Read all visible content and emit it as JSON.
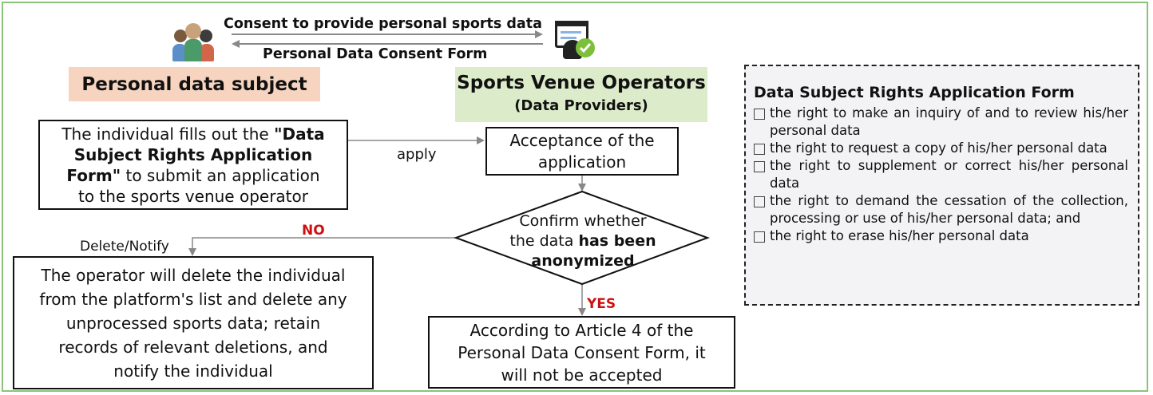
{
  "consent": {
    "top_label": "Consent to provide personal sports data",
    "bottom_label": "Personal Data Consent Form"
  },
  "subject": {
    "title": "Personal data subject"
  },
  "operator": {
    "title": "Sports Venue Operators",
    "subtitle": "(Data Providers)"
  },
  "flow": {
    "fill_form": {
      "line1_pre": "The individual fills out the ",
      "line1_bold": "\"Data",
      "line2_bold": "Subject Rights Application",
      "line3_bold": "Form\"",
      "line3_post": " to submit an application",
      "line4": "to the sports venue operator"
    },
    "apply_label": "apply",
    "acceptance": {
      "line1": "Acceptance of the",
      "line2": "application"
    },
    "decision": {
      "line1": "Confirm whether",
      "line2_pre": "the data ",
      "line2_bold": "has been",
      "line3_bold": "anonymized"
    },
    "no_label": "NO",
    "yes_label": "YES",
    "delete_notify_label": "Delete/Notify",
    "delete_box": [
      "The operator will delete the individual",
      "from the platform's list and delete any",
      "unprocessed sports data; retain",
      "records of relevant deletions, and",
      "notify the individual"
    ],
    "reject_box": [
      "According to Article 4 of the",
      "Personal Data Consent Form, it",
      "will not be accepted"
    ]
  },
  "rights_form": {
    "title": "Data Subject Rights Application Form",
    "items": [
      "the right to make an inquiry of and to review his/her personal data",
      "the right to request a copy of his/her personal data",
      "the right to supplement or correct his/her personal data",
      "the right to demand the cessation of the collection, processing or use of his/her personal data; and",
      "the right to erase his/her personal data"
    ]
  },
  "colors": {
    "frame": "#8cc37a",
    "subject_bg": "#f6d4bf",
    "operator_bg": "#dcebc9",
    "arrow": "#888888",
    "label_red": "#cc1111",
    "rights_bg": "#f3f3f5"
  },
  "icons": [
    "people-group-icon",
    "online-form-icon",
    "checkmark-icon"
  ]
}
